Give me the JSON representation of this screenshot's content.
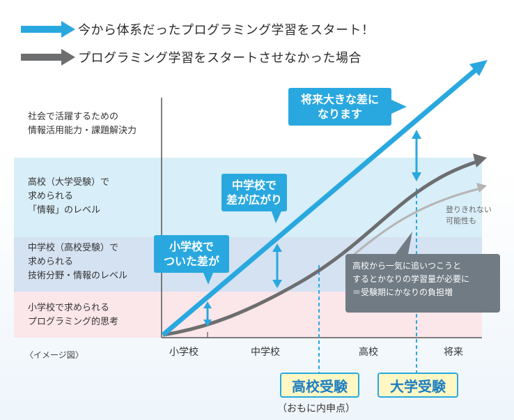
{
  "legend": {
    "study_label": "今から体系だったプログラミング学習をスタート！",
    "no_study_label": "プログラミング学習をスタートさせなかった場合",
    "study_color": "#29a8df",
    "no_study_color": "#6d6e70"
  },
  "bands": [
    {
      "label": "社会で活躍するための\n情報活用能力・課題解決力",
      "color": "#ffffff"
    },
    {
      "label": "高校（大学受験）で\n求められる\n「情報」のレベル",
      "color": "#d8eef8"
    },
    {
      "label": "中学校（高校受験）で\n求められる\n技術分野・情報のレベル",
      "color": "#d5e2f2"
    },
    {
      "label": "小学校で求められる\nプログラミング的思考",
      "color": "#fbe6ea"
    }
  ],
  "axis": {
    "categories": [
      "小学校",
      "中学校",
      "高校",
      "将来"
    ],
    "caption": "〈イメージ図〉"
  },
  "callouts": {
    "elementary": "小学校で\nついた差が",
    "junior_high": "中学校で\n差が広がり",
    "future": "将来大きな差に\nなります"
  },
  "note": "高校から一気に追いつこうと\nするとかなりの学習量が必要に\n＝受験期にかなりの負担増",
  "side_note": "登りきれない\n可能性も",
  "exams": {
    "high_school": "高校受験",
    "high_school_sub": "（おもに内申点）",
    "university": "大学受験"
  }
}
